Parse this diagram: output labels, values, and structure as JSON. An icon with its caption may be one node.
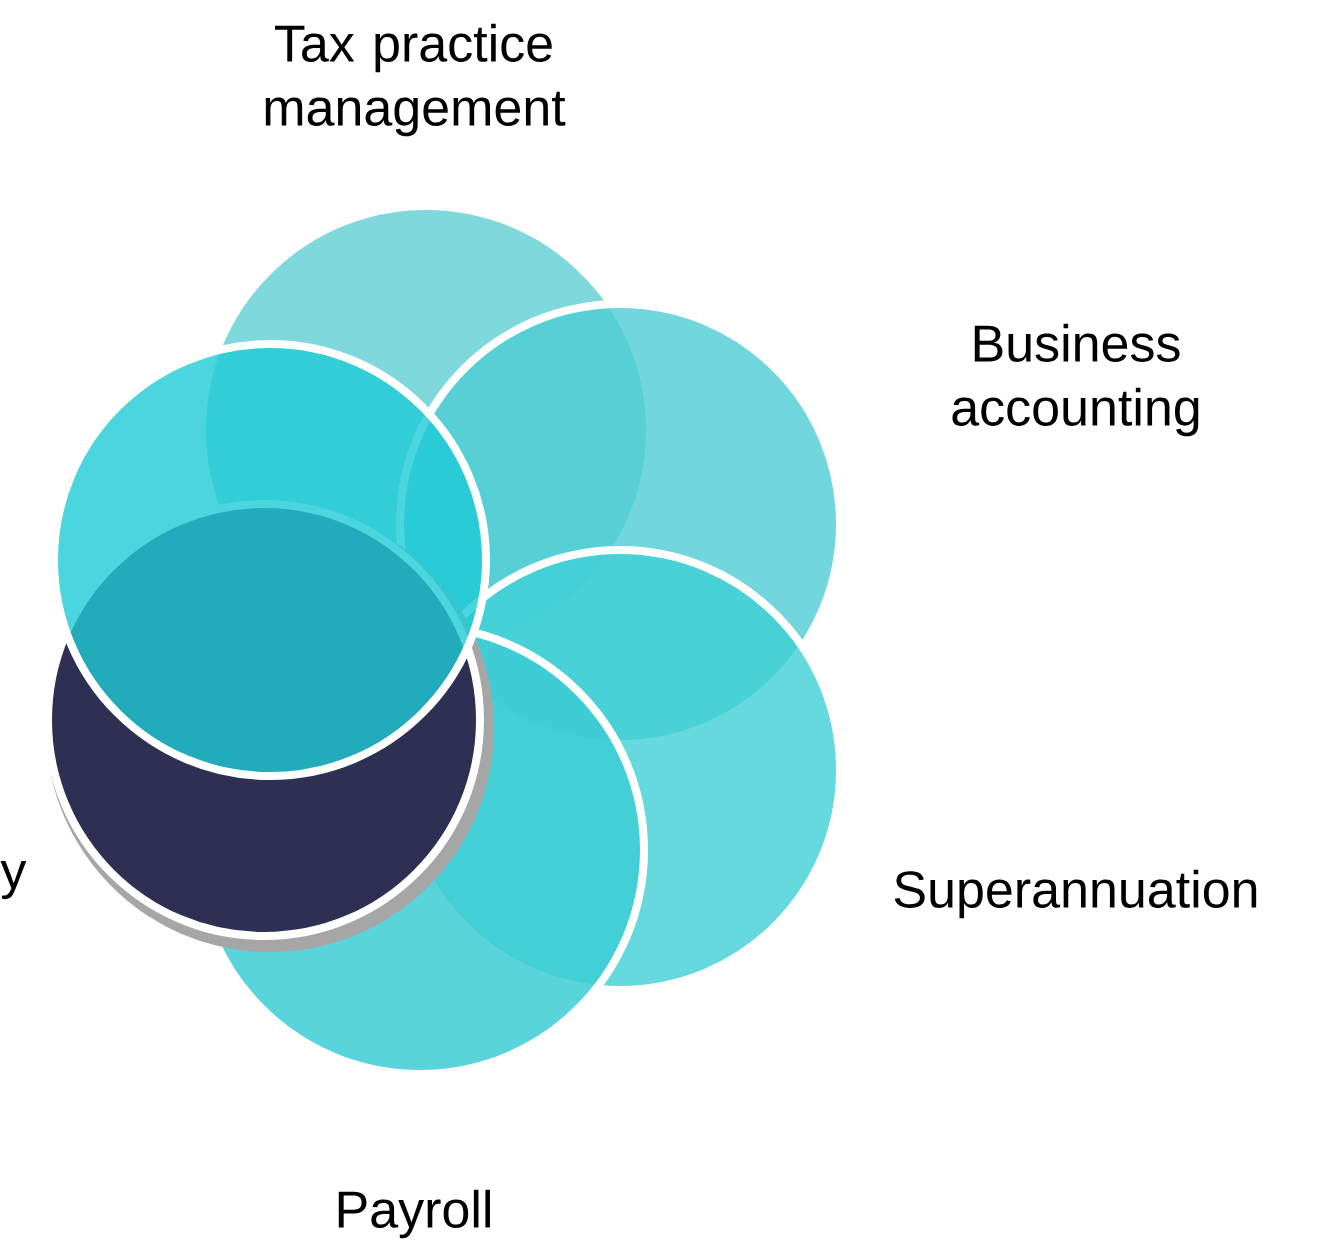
{
  "diagram": {
    "nodes": [
      {
        "text": [
          "Tax practice management"
        ]
      },
      {
        "text": [
          "Business accounting"
        ]
      },
      {
        "text": [
          "Superannuation"
        ]
      },
      {
        "text": [
          "Payroll"
        ]
      },
      {
        "text": [],
        "shape": "circle"
      },
      {
        "text": [],
        "shape": "circle"
      }
    ],
    "labels": [
      "y"
    ]
  }
}
